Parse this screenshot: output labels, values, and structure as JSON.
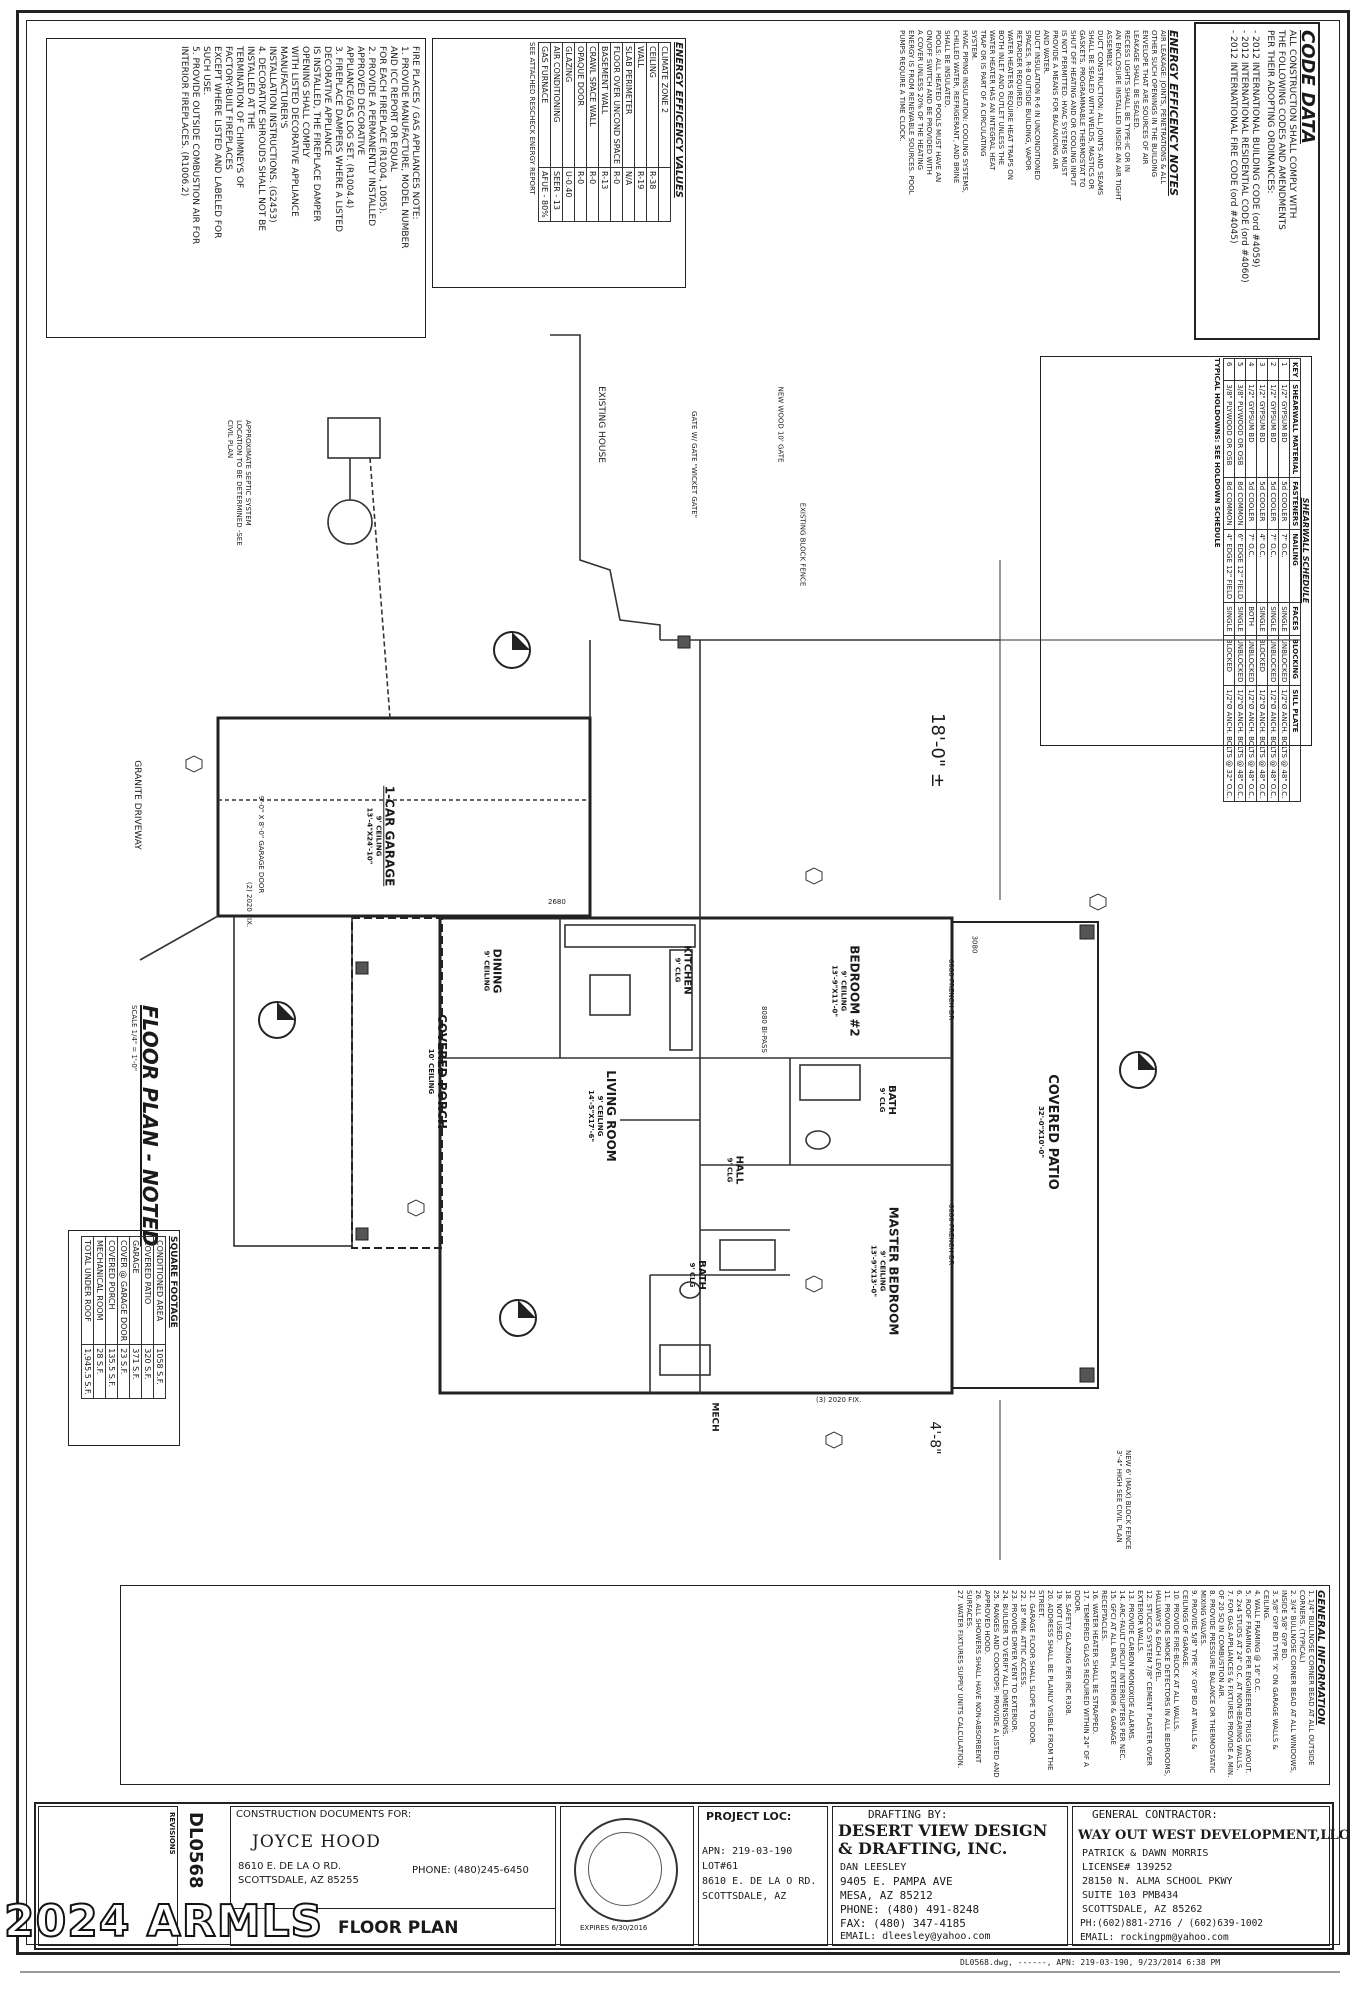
{
  "code_data": {
    "title": "CODE DATA",
    "lines": [
      "ALL CONSTRUCTION SHALL COMPLY WITH",
      "THE FOLLOWING CODES AND AMENDMENTS",
      "PER THEIR ADOPTING ORDINANCES:",
      "- 2012 INTERNATIONAL BUILDING CODE (ord #4059)",
      "- 2012 INTERNATIONAL RESIDENTIAL CODE (ord #4060)",
      "- 2012 INTERNATIONAL FIRE CODE (ord #4045)"
    ]
  },
  "energy_notes": {
    "title": "ENERGY EFFICENCY NOTES",
    "lines": [
      "AIR LEAKAGE: JOINTS, PENETRATIONS & ALL",
      "OTHER SUCH OPENINGS IN THE BUILDING",
      "ENVELOPE THAT ARE SOURCES OF AIR",
      "LEAKAGE SHALL BE SEALED.",
      "RECESS LIGHTS SHALL BE TYPE-IC OR IN",
      "AN ENCLOSURE INSTALLED INSIDE AN AIR TIGHT",
      "ASSEMBLY.",
      "DUCT CONSTRUCTION: ALL JOINTS AND SEAMS",
      "SHALL BE SEALED WITH WELDS, MASTICS OR",
      "GASKETS. PROGRAMMABLE THERMOSTAT TO",
      "SHUT OFF HEATING AND OR COOLING INPUT",
      "IS NOT PERMITTED. HVAC SYSTEMS MUST",
      "PROVIDE A MEANS FOR BALANCING AIR",
      "AND WATER.",
      "DUCT INSULATION R-6 IN UNCONDITIONED",
      "SPACES, R-8 OUTSIDE BUILDING, VAPOR",
      "RETARDER REQUIRED.",
      "WATER HEATERS REQUIRE HEAT TRAPS ON",
      "BOTH INLET AND OUTLET UNLESS THE",
      "WATER HEATER HAS AN INTEGRAL HEAT",
      "TRAP OR IS PART OF A CIRCULATING",
      "SYSTEM.",
      "HVAC PIPING INSULATION: COOLING SYSTEMS,",
      "CHILLED WATER, REFRIGERANT, AND BRINE",
      "SHALL BE INSULATED.",
      "POOLS: ALL HEATED POOLS MUST HAVE AN",
      "ON/OFF SWITCH AND BE PROVIDED WITH",
      "A COVER UNLESS 20% OF THE HEATING",
      "ENERGY IS FROM RENEWABLE SOURCES. POOL",
      "PUMPS REQUIRE A TIME CLOCK."
    ]
  },
  "energy_values": {
    "title": "ENERGY EFFICENCY VALUES",
    "rows": [
      [
        "CLIMATE ZONE 2",
        ""
      ],
      [
        "CEILING",
        "R-38"
      ],
      [
        "WALL",
        "R-19"
      ],
      [
        "SLAB PERIMETER",
        "N/A"
      ],
      [
        "FLOOR OVER UNCOND SPACE",
        "R-0"
      ],
      [
        "BASEMENT WALL",
        "R-13"
      ],
      [
        "CRAWL SPACE WALL",
        "R-0"
      ],
      [
        "OPAQUE DOOR",
        "R-0"
      ],
      [
        "GLAZING",
        "U-0.40"
      ],
      [
        "AIR CONDITIONING",
        "SEER - 13"
      ],
      [
        "GAS FURNACE",
        "AFUE - 80%"
      ]
    ],
    "footer": "SEE ATTACHED RESCHECK ENERGY REPORT"
  },
  "fireplace_notes": {
    "lines": [
      "FIRE PLACES / GAS APPLIANCES NOTE:",
      "1. PROVIDE MANUFACTURE, MODEL NUMBER",
      "AND ICC REPORT OR EQUAL",
      "FOR EACH FIREPLACE (R1004, 1005).",
      "2. PROVIDE A PERMANENTLY INSTALLED",
      "APPROVED DECORATIVE",
      "APPLIANCE/GAS LOG SET. (R1004.4)",
      "3. FIREPLACE DAMPERS WHERE A LISTED",
      "DECORATIVE APPLIANCE",
      "IS INSTALLED, THE FIREPLACE DAMPER",
      "OPENING SHALL COMPLY",
      "WITH LISTED DECORATIVE APPLIANCE",
      "MANUFACTURER'S",
      "INSTALLATION INSTRUCTIONS. (G2453)",
      "4. DECORATIVE SHROUDS SHALL NOT BE",
      "INSTALLED AT THE",
      "TERMINATION OF CHIMNEYS OF",
      "FACTORY-BUILT FIREPLACES",
      "EXCEPT WHERE LISTED AND LABELED FOR",
      "SUCH USE.",
      "5. PROVIDE OUTSIDE COMBUSTION AIR FOR",
      "INTERIOR FIREPLACES. (R1006.2)"
    ]
  },
  "shearwall": {
    "title": "SHEARWALL SCHEDULE",
    "headers": [
      "KEY",
      "SHEARWALL MATERIAL",
      "FASTENERS",
      "NAILING",
      "FACES",
      "BLOCKING",
      "SILL PLATE"
    ],
    "rows": [
      [
        "1",
        "1/2\" GYPSUM BD",
        "5d COOLER",
        "7\" O.C.",
        "SINGLE",
        "UNBLOCKED",
        "1/2\"Ø ANCH. BOLTS @ 48\" O.C."
      ],
      [
        "2",
        "1/2\" GYPSUM BD",
        "5d COOLER",
        "7\" O.C.",
        "SINGLE",
        "UNBLOCKED",
        "1/2\"Ø ANCH. BOLTS @ 48\" O.C."
      ],
      [
        "3",
        "1/2\" GYPSUM BD",
        "5d COOLER",
        "4\" O.C.",
        "SINGLE",
        "BLOCKED",
        "1/2\"Ø ANCH. BOLTS @ 48\" O.C."
      ],
      [
        "4",
        "1/2\" GYPSUM BD",
        "5d COOLER",
        "7\" O.C.",
        "BOTH",
        "UNBLOCKED",
        "1/2\"Ø ANCH. BOLTS @ 48\" O.C."
      ],
      [
        "5",
        "3/8\" PLYWOOD OR OSB",
        "8d COMMON",
        "6\" EDGE 12\" FIELD",
        "SINGLE",
        "UNBLOCKED",
        "1/2\"Ø ANCH. BOLTS @ 48\" O.C."
      ],
      [
        "6",
        "3/8\" PLYWOOD OR OSB",
        "8d COMMON",
        "4\" EDGE 12\" FIELD",
        "SINGLE",
        "BLOCKED",
        "1/2\"Ø ANCH. BOLTS @ 32\" O.C."
      ]
    ],
    "footer": "TYPICAL HOLDOWNS: SEE HOLDOWN SCHEDULE"
  },
  "plan": {
    "title": "FLOOR PLAN - NOTED",
    "scale": "SCALE 1/4\" = 1'-0\"",
    "rooms": [
      {
        "name": "1-CAR GARAGE",
        "sub": "9' CEILING",
        "dims": "13'-4\"X24'-10\""
      },
      {
        "name": "DINING",
        "sub": "9' CEILING",
        "dims": ""
      },
      {
        "name": "KITCHEN",
        "sub": "9' CLG",
        "dims": ""
      },
      {
        "name": "LIVING ROOM",
        "sub": "9' CEILING",
        "dims": "14'-5\"X17'-6\""
      },
      {
        "name": "BEDROOM #2",
        "sub": "9' CEILING",
        "dims": "13'-9\"X11'-0\""
      },
      {
        "name": "BATH",
        "sub": "9' CLG",
        "dims": ""
      },
      {
        "name": "HALL",
        "sub": "9' CLG",
        "dims": ""
      },
      {
        "name": "MASTER BEDROOM",
        "sub": "9' CEILING",
        "dims": "13'-9\"X13'-0\""
      },
      {
        "name": "BATH",
        "sub": "9' CLG",
        "dims": ""
      },
      {
        "name": "MECH",
        "sub": "",
        "dims": ""
      },
      {
        "name": "COVERED PORCH",
        "sub": "10' CEILING",
        "dims": ""
      },
      {
        "name": "COVERED PATIO",
        "sub": "",
        "dims": "32'-0\"X10'-0\""
      }
    ],
    "labels": {
      "existing_house": "EXISTING HOUSE",
      "new_gate": "NEW WOOD 10' GATE",
      "gate_wicket": "GATE W/ GATE \"WICKET GATE\"",
      "existing_fence": "EXISTING BLOCK FENCE",
      "septic": "APPROXIMATE SEPTIC SYSTEM LOCATION TO BE DETERMINED -SEE CIVIL PLAN",
      "granite_driveway": "GRANITE DRIVEWAY",
      "dim_18": "18'-0\" ±",
      "dim_4_8": "4'-8\"",
      "window_2020": "(2) 2020 FIX.",
      "window_3_2020": "(3) 2020 FIX.",
      "garage_door": "9'-0\" X 8'-0\" GARAGE DOOR",
      "french_dr": "6080 FRENCH DR",
      "french_dr2": "6080 FRENCH DR",
      "bipass": "8080 BI-PASS",
      "door_3080": "3080",
      "door_2680": "2680",
      "new_fence": "NEW 6' (MAX) BLOCK FENCE 3'-4\" HIGH SEE CIVIL PLAN"
    }
  },
  "square_footage": {
    "title": "SQUARE FOOTAGE",
    "rows": [
      [
        "CONDITIONED AREA",
        "1058 S.F."
      ],
      [
        "COVERED PATIO",
        "320 S.F."
      ],
      [
        "GARAGE",
        "371 S.F."
      ],
      [
        "COVER @ GARAGE DOOR",
        "23 S.F."
      ],
      [
        "COVERED PORCH",
        "135.5 S.F."
      ],
      [
        "MECHANICAL ROOM",
        "28 S.F."
      ],
      [
        "TOTAL UNDER ROOF",
        "1,945.5 S.F."
      ]
    ]
  },
  "general_info": {
    "title": "GENERAL INFORMATION",
    "lines": [
      "1. 1/4\" BULLNOSE CORNER BEAD AT ALL OUTSIDE CORNERS. (TYPICAL)",
      "2. 3/4\" BULLNOSE CORNER BEAD AT ALL WINDOWS, INSIDE 5/8\" GYP BD.",
      "3. 5/8\" GYP BD TYPE 'X' ON GARAGE WALLS & CEILING.",
      "4. WALL FRAMING @ 16\" O.C.",
      "5. ROOF FRAMING PER ENGINEERED TRUSS LAYOUT.",
      "6. 2x4 STUDS AT 24\" O.C. AT NON-BEARING WALLS.",
      "7. FOR GAS APPLIANCES & FIXTURES PROVIDE A MIN. OF 20 SQ IN COMBUSTION AIR.",
      "8. PROVIDE PRESSURE BALANCE OR THERMOSTATIC MIXING VALVES.",
      "9. PROVIDE 5/8\" TYPE 'X' GYP BD AT WALLS & CEILINGS OF GARAGE.",
      "10. PROVIDE FIRE-BLOCK AT ALL WALLS.",
      "11. PROVIDE SMOKE DETECTORS IN ALL BEDROOMS, HALLWAYS & EACH LEVEL.",
      "12. STUCCO SYSTEM 7/8\" CEMENT PLASTER OVER EXTERIOR WALLS.",
      "13. PROVIDE CARBON MONOXIDE ALARMS.",
      "14. ARC-FAULT CIRCUIT INTERRUPTERS PER NEC.",
      "15. GFCI AT ALL BATH, EXTERIOR & GARAGE RECEPTACLES.",
      "16. WATER HEATER SHALL BE STRAPPED.",
      "17. TEMPERED GLASS REQUIRED WITHIN 24\" OF A DOOR.",
      "18. SAFETY GLAZING PER IRC R308.",
      "19. NOT USED.",
      "20. ADDRESS SHALL BE PLAINLY VISIBLE FROM THE STREET.",
      "21. GARAGE FLOOR SHALL SLOPE TO DOOR.",
      "22. 18\" MIN. ATTIC ACCESS.",
      "23. PROVIDE DRYER VENT TO EXTERIOR.",
      "24. BUILDER TO VERIFY ALL DIMENSIONS.",
      "25. RANGES AND COOKTOPS: PROVIDE A LISTED AND APPROVED HOOD.",
      "26. ALL SHOWERS SHALL HAVE NON-ABSORBENT SURFACES.",
      "27. WATER FIXTURES SUPPLY UNITS CALCULATION."
    ]
  },
  "title_block": {
    "revisions_label": "REVISIONS",
    "sheet_no": "DL0568",
    "construction_docs": "CONSTRUCTION DOCUMENTS FOR:",
    "owner": "JOYCE HOOD",
    "owner_addr1": "8610 E. DE LA O RD.",
    "owner_addr2": "SCOTTSDALE, AZ 85255",
    "owner_phone": "PHONE: (480)245-6450",
    "sheet_title": "FLOOR PLAN",
    "project_loc": "PROJECT LOC:",
    "apn": "APN: 219-03-190",
    "lot": "LOT#61",
    "loc_addr1": "8610 E. DE LA O RD.",
    "loc_addr2": "SCOTTSDALE, AZ",
    "drafting_by": "DRAFTING BY:",
    "drafter_name": "DESERT VIEW DESIGN & DRAFTING, INC.",
    "drafter_person": "DAN LEESLEY",
    "drafter_addr1": "9405 E. PAMPA AVE",
    "drafter_addr2": "MESA, AZ 85212",
    "drafter_phone": "PHONE: (480) 491-8248",
    "drafter_fax": "FAX: (480) 347-4185",
    "drafter_email": "EMAIL: dleesley@yahoo.com",
    "gc_label": "GENERAL CONTRACTOR:",
    "gc_name": "WAY OUT WEST DEVELOPMENT,LLC",
    "gc_people": "PATRICK & DAWN MORRIS",
    "gc_license": "LICENSE# 139252",
    "gc_addr1": "28150 N. ALMA SCHOOL PKWY",
    "gc_addr2": "SUITE 103    PMB434",
    "gc_addr3": "SCOTTSDALE, AZ 85262",
    "gc_phone": "PH:(602)881-2716 / (602)639-1002",
    "gc_email": "EMAIL: rockingpm@yahoo.com",
    "seal_expires": "EXPIRES 6/30/2016"
  },
  "footer_line": "DL0568.dwg, ------, APN: 219-03-190, 9/23/2014 6:38 PM",
  "watermark": "2024 ARMLS"
}
